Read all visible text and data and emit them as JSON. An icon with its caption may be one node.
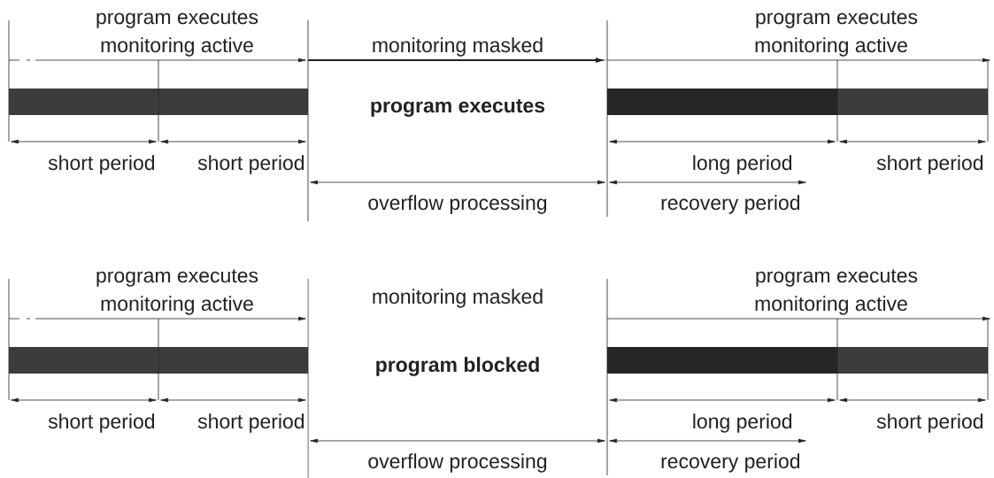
{
  "diagram": {
    "nodes": [
      {
        "text": [],
        "shape": "bar"
      },
      {
        "text": [],
        "shape": "bar"
      },
      {
        "text": [],
        "shape": "bar"
      },
      {
        "text": [],
        "shape": "bar"
      },
      {
        "text": [],
        "shape": "bar"
      },
      {
        "text": [],
        "shape": "bar"
      }
    ],
    "labels": [
      "program executes",
      "monitoring active",
      "monitoring masked",
      "program executes",
      "monitoring active",
      "program executes",
      "short period",
      "short period",
      "long period",
      "short period",
      "overflow processing",
      "recovery period",
      "program executes",
      "monitoring active",
      "monitoring masked",
      "program executes",
      "monitoring active",
      "program blocked",
      "short period",
      "short period",
      "long period",
      "short period",
      "overflow processing",
      "recovery period"
    ]
  }
}
